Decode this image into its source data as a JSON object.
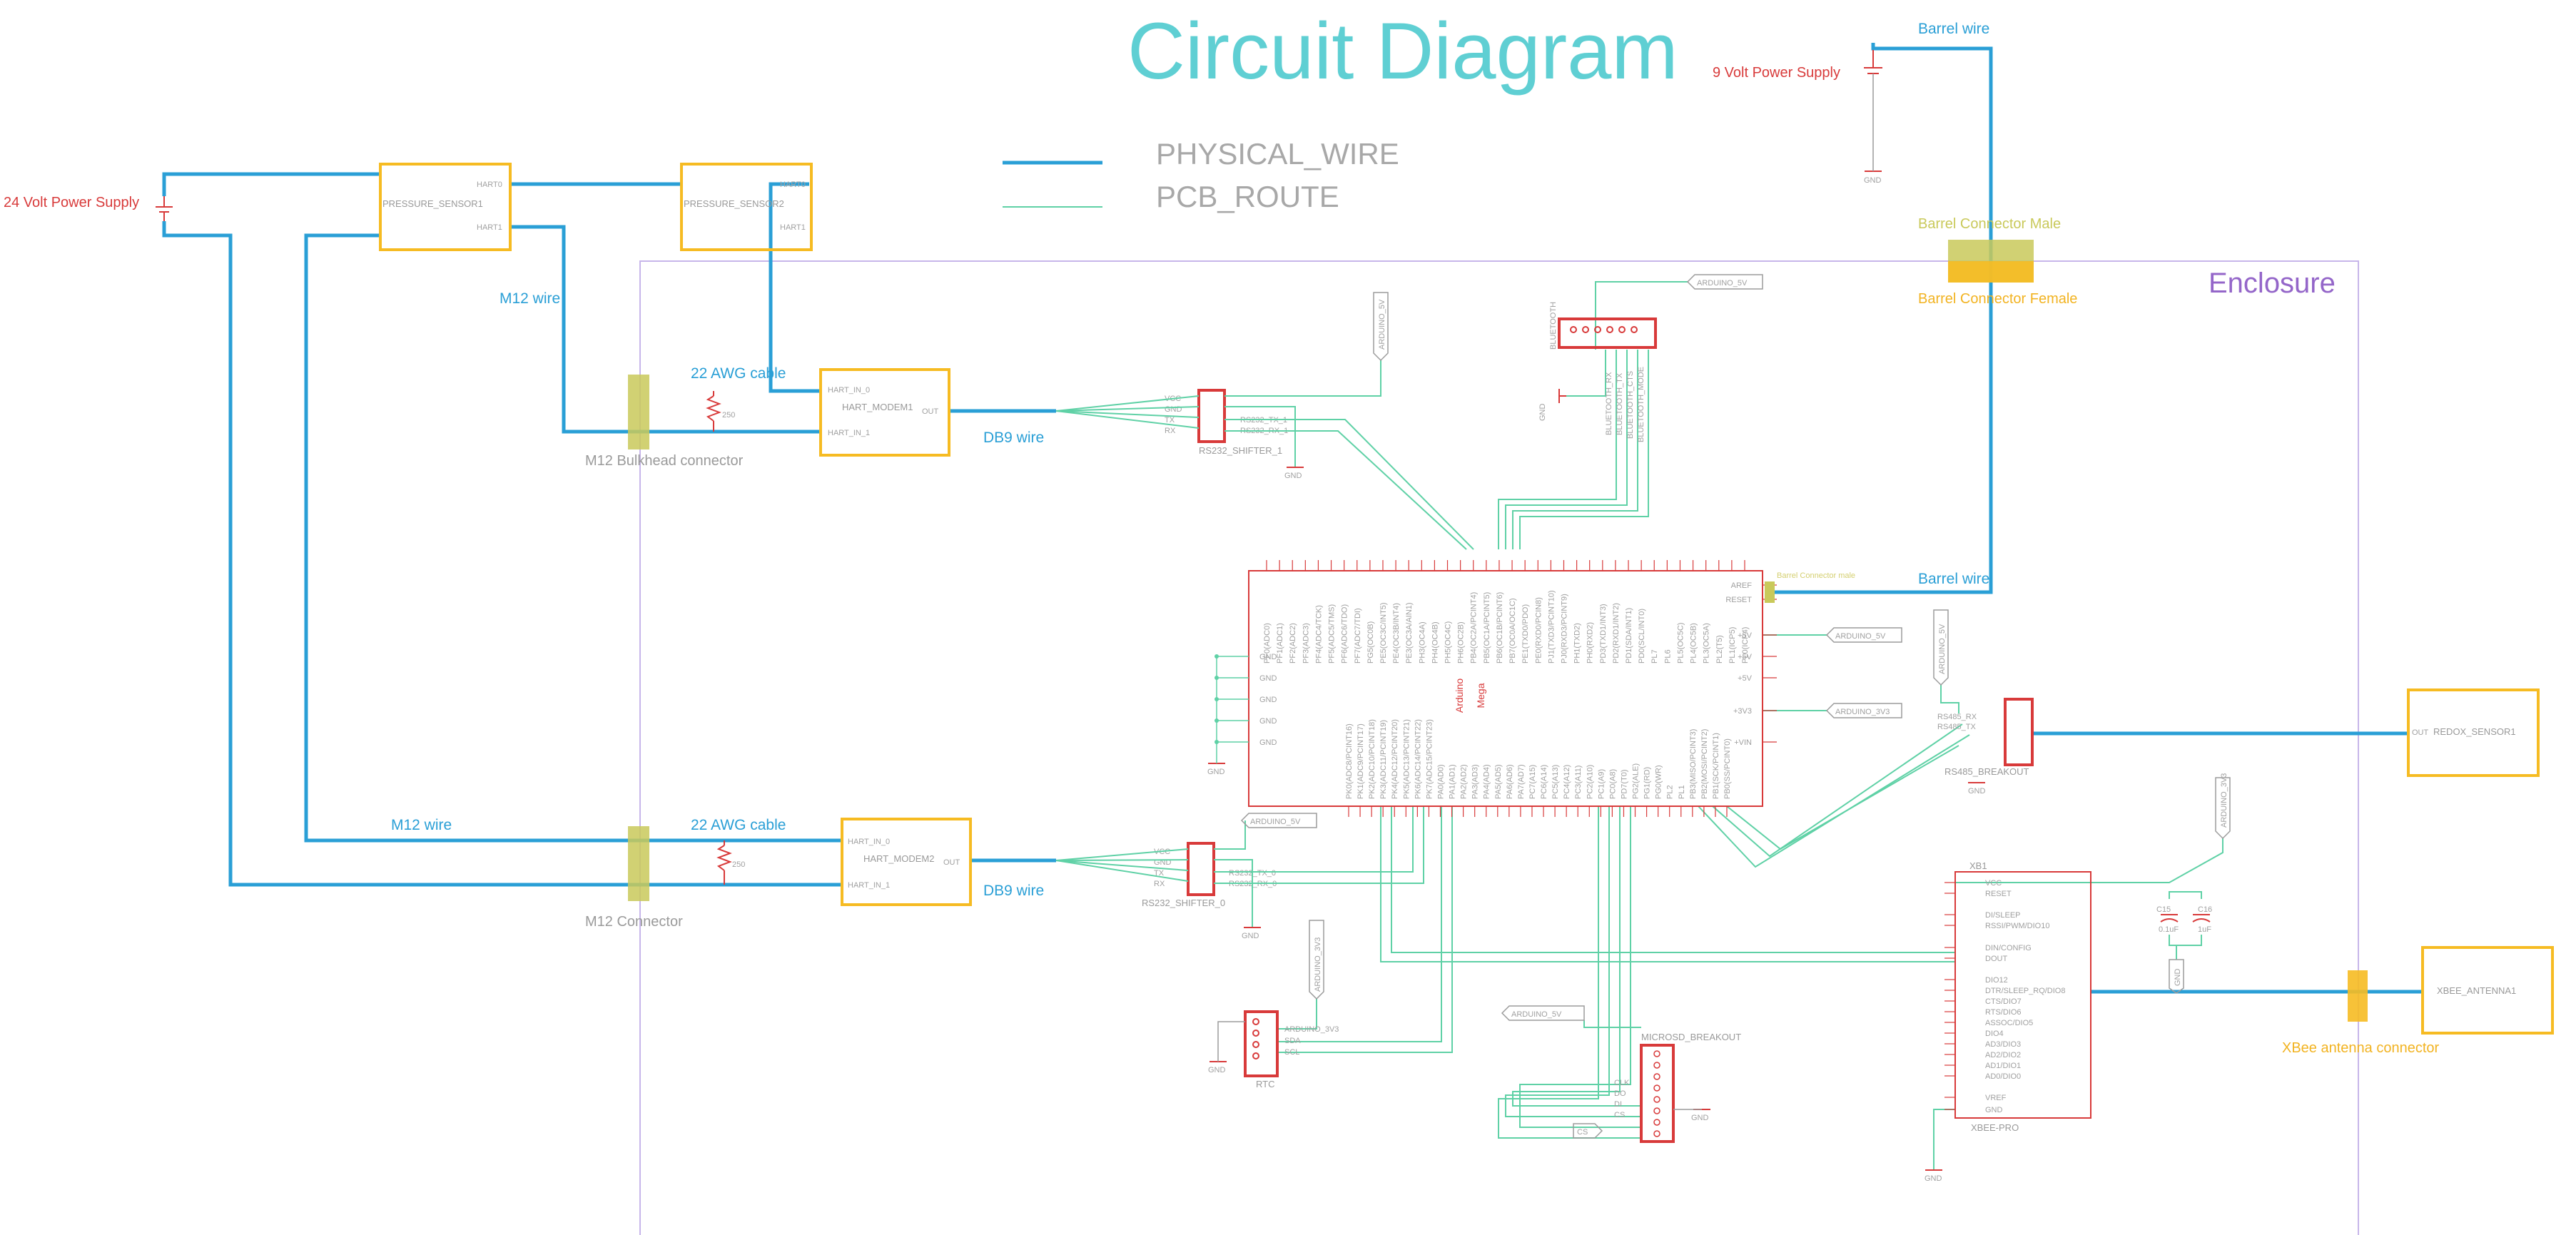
{
  "title": "Circuit Diagram",
  "legend": {
    "physical_wire": "PHYSICAL_WIRE",
    "pcb_route": "PCB_ROUTE"
  },
  "colors": {
    "physical_wire": "#2a9fd6",
    "pcb_route": "#5fd1a6",
    "component": "#f6bb22",
    "schematic": "#d83a3a",
    "enclosure": "#9466c9",
    "connector": "#c9c95a"
  },
  "enclosure_label": "Enclosure",
  "power": {
    "supply_24v": "24 Volt Power Supply",
    "supply_9v": "9 Volt Power Supply"
  },
  "sensors": {
    "pressure1": "PRESSURE_SENSOR1",
    "pressure2": "PRESSURE_SENSOR2",
    "hart0": "HART0",
    "hart1": "HART1",
    "redox": "REDOX_SENSOR1",
    "antenna": "XBEE_ANTENNA1"
  },
  "modems": {
    "modem1": "HART_MODEM1",
    "modem2": "HART_MODEM2",
    "in0": "HART_IN_0",
    "in1": "HART_IN_1",
    "out": "OUT"
  },
  "wires": {
    "m12": "M12 wire",
    "awg22": "22 AWG cable",
    "db9": "DB9 wire",
    "barrel": "Barrel wire"
  },
  "connectors": {
    "bulkhead": "M12 Bulkhead connector",
    "m12": "M12 Connector",
    "barrel_male": "Barrel Connector Male",
    "barrel_female": "Barrel Connector Female",
    "xbee_antenna": "XBee antenna connector",
    "barrel_small": "Barrel Connector male"
  },
  "parts": {
    "rs232_1": "RS232_SHIFTER_1",
    "rs232_0": "RS232_SHIFTER_0",
    "rs232_pins": [
      "VCC",
      "GND",
      "TX",
      "RX"
    ],
    "rs232_1_sigs": [
      "RS232_TX_1",
      "RS232_RX_1"
    ],
    "rs232_0_sigs": [
      "RS232_TX_0",
      "RS232_RX_0"
    ],
    "bluetooth": "BLUETOOTH",
    "bt_sigs": [
      "BLUETOOTH_RX",
      "BLUETOOTH_TX",
      "BLUETOOTH_CTS",
      "BLUETOOTH_MODE"
    ],
    "arduino": "Arduino",
    "mega": "Mega",
    "rs485": "RS485_BREAKOUT",
    "rs485_sigs": [
      "RS485_RX",
      "RS485_TX"
    ],
    "xbee": "XBEE-PRO",
    "rtc": "RTC",
    "rtc_sigs": [
      "ARDUINO_3V3",
      "SDA",
      "SCL"
    ],
    "microsd": "MICROSD_BREAKOUT",
    "sd_sigs": [
      "CLK",
      "DO",
      "DI",
      "CS"
    ],
    "cs": "CS",
    "c15": "C15",
    "c16": "C16",
    "c15_val": "0.1uF",
    "c16_val": "1uF",
    "resistor": "250"
  },
  "nets": {
    "gnd": "GND",
    "a5v": "ARDUINO_5V",
    "a3v3": "ARDUINO_3V3",
    "vcc": "VCC"
  },
  "mega_top_pins": [
    "PF0(ADC0)",
    "PF1(ADC1)",
    "PF2(ADC2)",
    "PF3(ADC3)",
    "PF4(ADC4/TCK)",
    "PF5(ADC5/TMS)",
    "PF6(ADC6/TDO)",
    "PF7(ADC7/TDI)",
    "PG5(OC0B)",
    "PE5(OC3C/INT5)",
    "PE4(OC3B/INT4)",
    "PE3(OC3A/AIN1)",
    "PH3(OC4A)",
    "PH4(OC4B)",
    "PH5(OC4C)",
    "PH6(OC2B)",
    "PB4(OC2A/PCINT4)",
    "PB5(OC1A/PCINT5)",
    "PB6(OC1B/PCINT6)",
    "PB7(OC0A/OC1C)",
    "PE1(TXD0/PDO)",
    "PE0(RXD0/PCIN8)",
    "PJ1(TXD3/PCINT10)",
    "PJ0(RXD3/PCINT9)",
    "PH1(TXD2)",
    "PH0(RXD2)",
    "PD3(TXD1/INT3)",
    "PD2(RXD1/INT2)",
    "PD1(SDA/INT1)",
    "PD0(SCL/INT0)",
    "PL7",
    "PL6",
    "PL5(OC5C)",
    "PL4(OC5B)",
    "PL3(OC5A)",
    "PL2(T5)",
    "PL1(ICP5)",
    "PL0(ICP4)"
  ],
  "mega_bottom_pins": [
    "PK0(ADC8/PCINT16)",
    "PK1(ADC9/PCINT17)",
    "PK2(ADC10/PCINT18)",
    "PK3(ADC11/PCINT19)",
    "PK4(ADC12/PCINT20)",
    "PK5(ADC13/PCINT21)",
    "PK6(ADC14/PCINT22)",
    "PK7(ADC15/PCINT23)",
    "PA0(AD0)",
    "PA1(AD1)",
    "PA2(AD2)",
    "PA3(AD3)",
    "PA4(AD4)",
    "PA5(AD5)",
    "PA6(AD6)",
    "PA7(AD7)",
    "PC7(A15)",
    "PC6(A14)",
    "PC5(A13)",
    "PC4(A12)",
    "PC3(A11)",
    "PC2(A10)",
    "PC1(A9)",
    "PC0(A8)",
    "PD7(T0)",
    "PG2(ALE)",
    "PG1(RD)",
    "PG0(WR)",
    "PL2",
    "PL1",
    "PB3(MISO/PCINT3)",
    "PB2(MOSI/PCINT2)",
    "PB1(SCK/PCINT1)",
    "PB0(SS/PCINT0)"
  ],
  "mega_left_pins": [
    "GND",
    "GND",
    "GND",
    "GND",
    "GND"
  ],
  "mega_right_pins": [
    "AREF",
    "RESET",
    "+5V",
    "+5V",
    "+5V",
    "+3V3",
    "+VIN"
  ],
  "xbee_pins": [
    "VCC",
    "RESET",
    "DI/SLEEP",
    "RSSI/PWM/DIO10",
    "DIN/CONFIG",
    "DOUT",
    "DIO12",
    "DTR/SLEEP_RQ/DIO8",
    "CTS/DIO7",
    "RTS/DIO6",
    "ASSOC/DIO5",
    "DIO4",
    "AD3/DIO3",
    "AD2/DIO2",
    "AD1/DIO1",
    "AD0/DIO0",
    "VREF",
    "GND"
  ]
}
